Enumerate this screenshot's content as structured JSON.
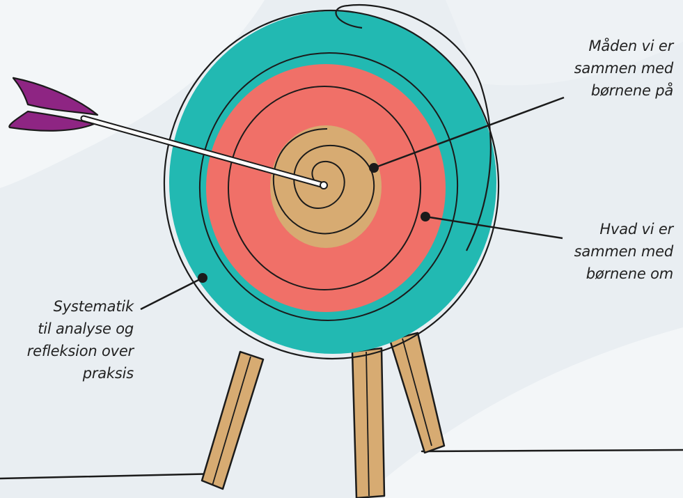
{
  "colors": {
    "background": "#e9eef2",
    "background_shape": "#f3f6f8",
    "outer_ring": "#22b9b2",
    "middle_ring": "#f07068",
    "bullseye": "#d7ab72",
    "fletching": "#8e2583",
    "legs": "#d7ab72",
    "stroke": "#1b1b1b"
  },
  "icons": {
    "target": "archery-target-icon",
    "arrow": "arrow-icon",
    "stand": "easel-stand-icon"
  },
  "labels": {
    "inner": [
      "Måden vi er",
      "sammen med",
      "børnene på"
    ],
    "middle": [
      "Hvad vi er",
      "sammen med",
      "børnene om"
    ],
    "outer": [
      "Systematik",
      "til analyse og",
      "refleksion over",
      "praksis"
    ]
  }
}
